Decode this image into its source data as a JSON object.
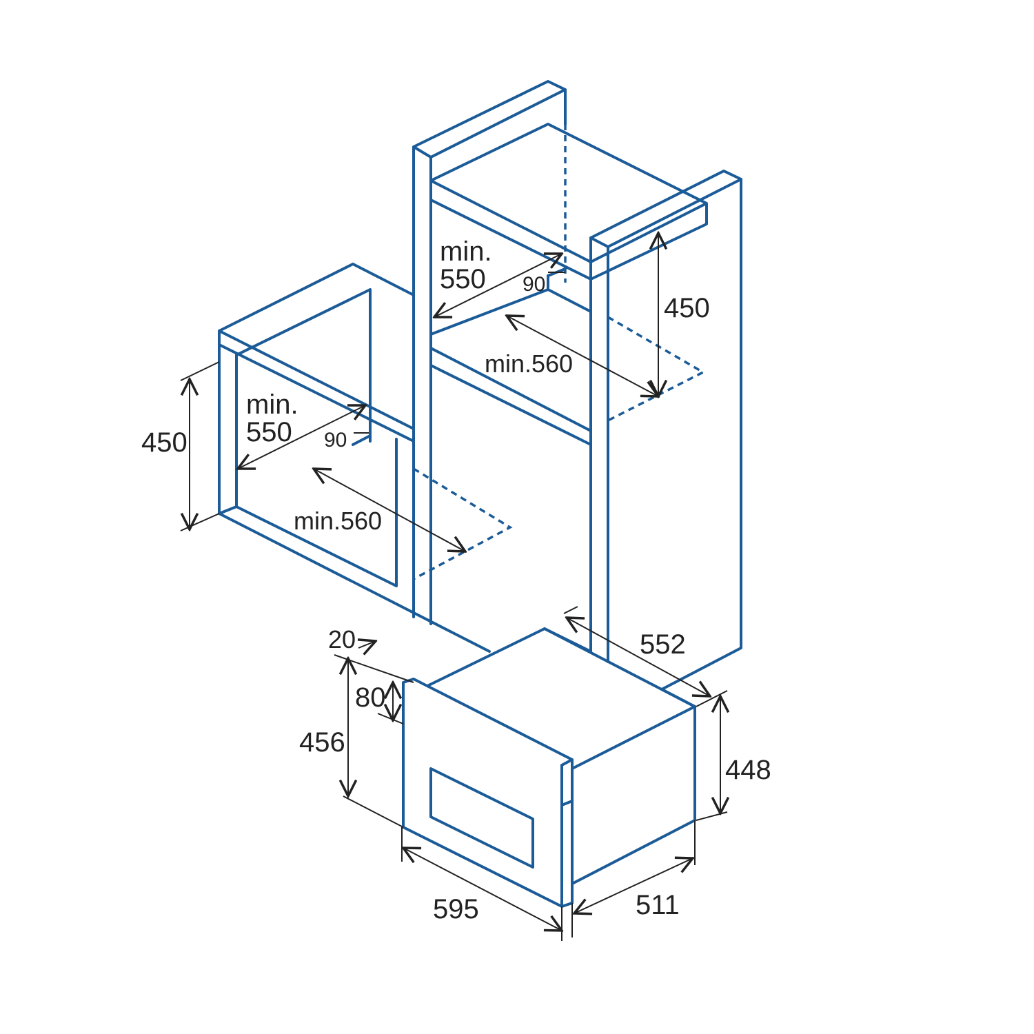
{
  "line_color": "#1b5b97",
  "dimension_color": "#222222",
  "upper_niche": {
    "depth_label_1": "min.",
    "depth_label_2": "550",
    "gap": "90",
    "width": "min.560",
    "height": "450"
  },
  "left_niche": {
    "depth_label_1": "min.",
    "depth_label_2": "550",
    "gap": "90",
    "width": "min.560",
    "height": "450"
  },
  "appliance": {
    "front_offset": "20",
    "top_offset": "80",
    "front_height": "456",
    "depth": "552",
    "body_height": "448",
    "front_width": "595",
    "body_depth": "511"
  }
}
